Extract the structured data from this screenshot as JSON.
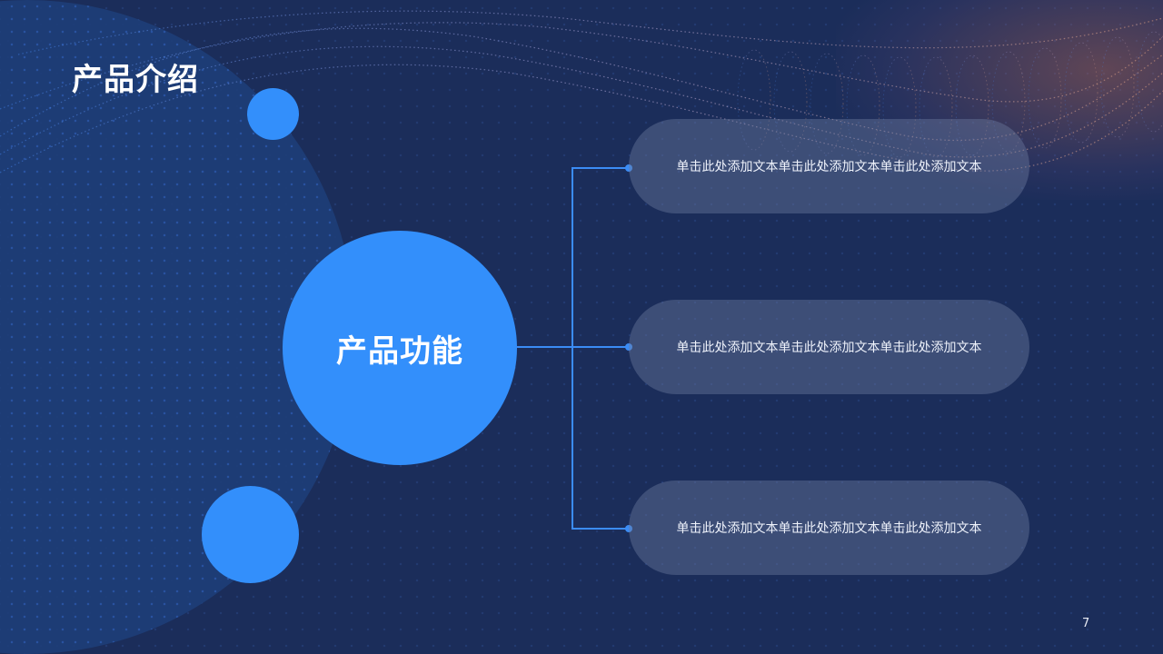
{
  "slide": {
    "title": "产品介绍",
    "center_label": "产品功能",
    "items": [
      {
        "text": "单击此处添加文本单击此处添加文本单击此处添加文本"
      },
      {
        "text": "单击此处添加文本单击此处添加文本单击此处添加文本"
      },
      {
        "text": "单击此处添加文本单击此处添加文本单击此处添加文本"
      }
    ],
    "page_number": "7"
  },
  "colors": {
    "background": "#1b2d5a",
    "accent": "#338ffb",
    "connector": "#3b8cf5",
    "pill": "rgba(110,125,160,0.42)",
    "text": "#ffffff"
  }
}
